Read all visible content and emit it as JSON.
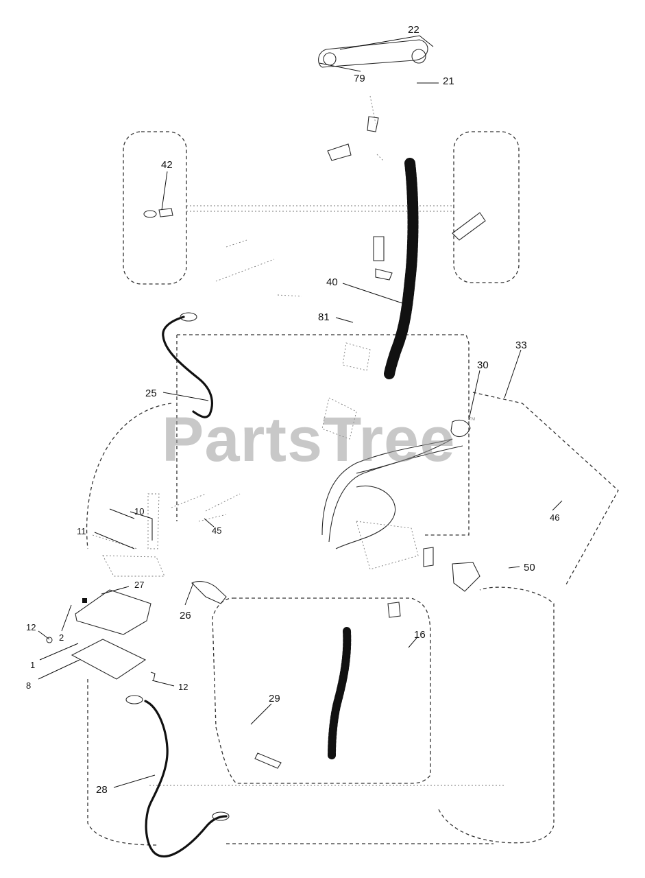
{
  "watermark": {
    "text": "PartsTree",
    "mark": "™"
  },
  "callouts": {
    "c22": "22",
    "c79": "79",
    "c21": "21",
    "c42": "42",
    "c40": "40",
    "c81": "81",
    "c33": "33",
    "c30": "30",
    "c25": "25",
    "c10": "10",
    "c11": "11",
    "c45": "45",
    "c46": "46",
    "c50": "50",
    "c27": "27",
    "c26": "26",
    "c12a": "12",
    "c2": "2",
    "c1": "1",
    "c8": "8",
    "c12b": "12",
    "c16": "16",
    "c29": "29",
    "c28": "28"
  },
  "colors": {
    "line": "#111111",
    "watermark": "#9a9a9a",
    "background": "#ffffff"
  }
}
